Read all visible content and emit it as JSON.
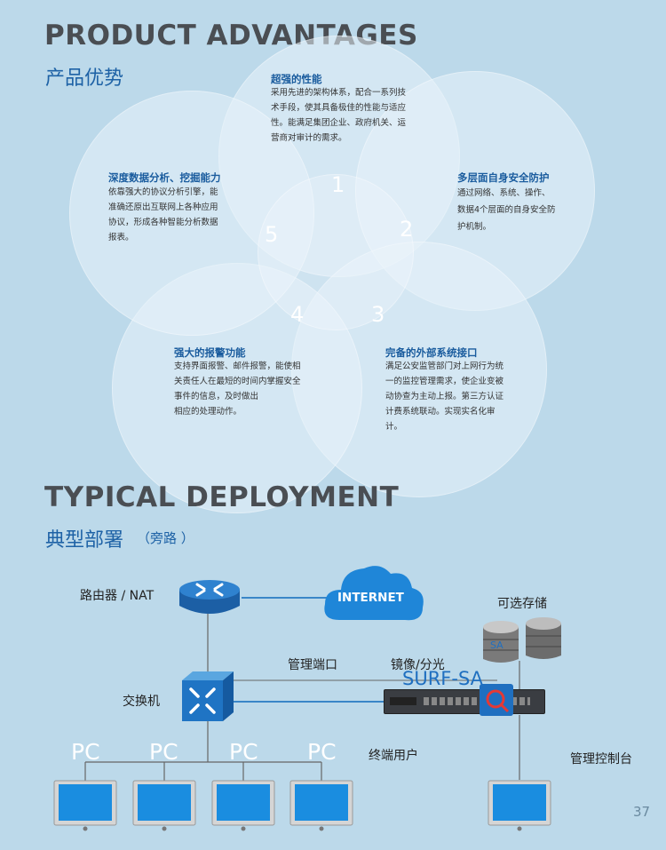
{
  "advantages": {
    "title_en": "PRODUCT ADVANTAGES",
    "title_cn": "产品优势",
    "items": [
      {
        "num": "1",
        "title": "超强的性能",
        "lines": [
          "采用先进的架构体系，配合一系列技",
          "术手段，使其具备极佳的性能与适应",
          "性。能满足集团企业、政府机关、运",
          "营商对审计的需求。"
        ]
      },
      {
        "num": "2",
        "title": "多层面自身安全防护",
        "lines": [
          "通过网络、系统、操作、",
          "数据4个层面的自身安全防",
          "护机制。"
        ]
      },
      {
        "num": "3",
        "title": "完备的外部系统接口",
        "lines": [
          "满足公安监管部门对上网行为统",
          "一的监控管理需求，使企业变被",
          "动协查为主动上报。第三方认证",
          "计费系统联动。实现实名化审",
          "计。"
        ]
      },
      {
        "num": "4",
        "title": "强大的报警功能",
        "lines": [
          "支持界面报警、邮件报警，能使相",
          "关责任人在最短的时间内掌握安全",
          "事件的信息，及时做出",
          "相应的处理动作。"
        ]
      },
      {
        "num": "5",
        "title": "深度数据分析、挖掘能力",
        "lines": [
          "依靠强大的协议分析引擎，能",
          "准确还原出互联网上各种应用",
          "协议，形成各种智能分析数据",
          "报表。"
        ]
      }
    ]
  },
  "deployment": {
    "title_en": "TYPICAL DEPLOYMENT",
    "title_cn": "典型部署",
    "subtitle_cn": "（旁路 ）",
    "router_label": "路由器 / NAT",
    "internet_label": "INTERNET",
    "storage_label": "可选存储",
    "storage_tag": "SA",
    "mgmt_port_label": "管理端口",
    "mirror_label": "镜像/分光",
    "device_label": "SURF-SA",
    "switch_label": "交换机",
    "terminal_label": "终端用户",
    "console_label": "管理控制台",
    "pc_labels": [
      "PC",
      "PC",
      "PC",
      "PC"
    ]
  },
  "colors": {
    "background": "#bcd9ea",
    "heading_blue": "#1e62a6",
    "line_blue": "#3a86c8",
    "device_blue": "#1f6fc0"
  },
  "page_number": "37"
}
